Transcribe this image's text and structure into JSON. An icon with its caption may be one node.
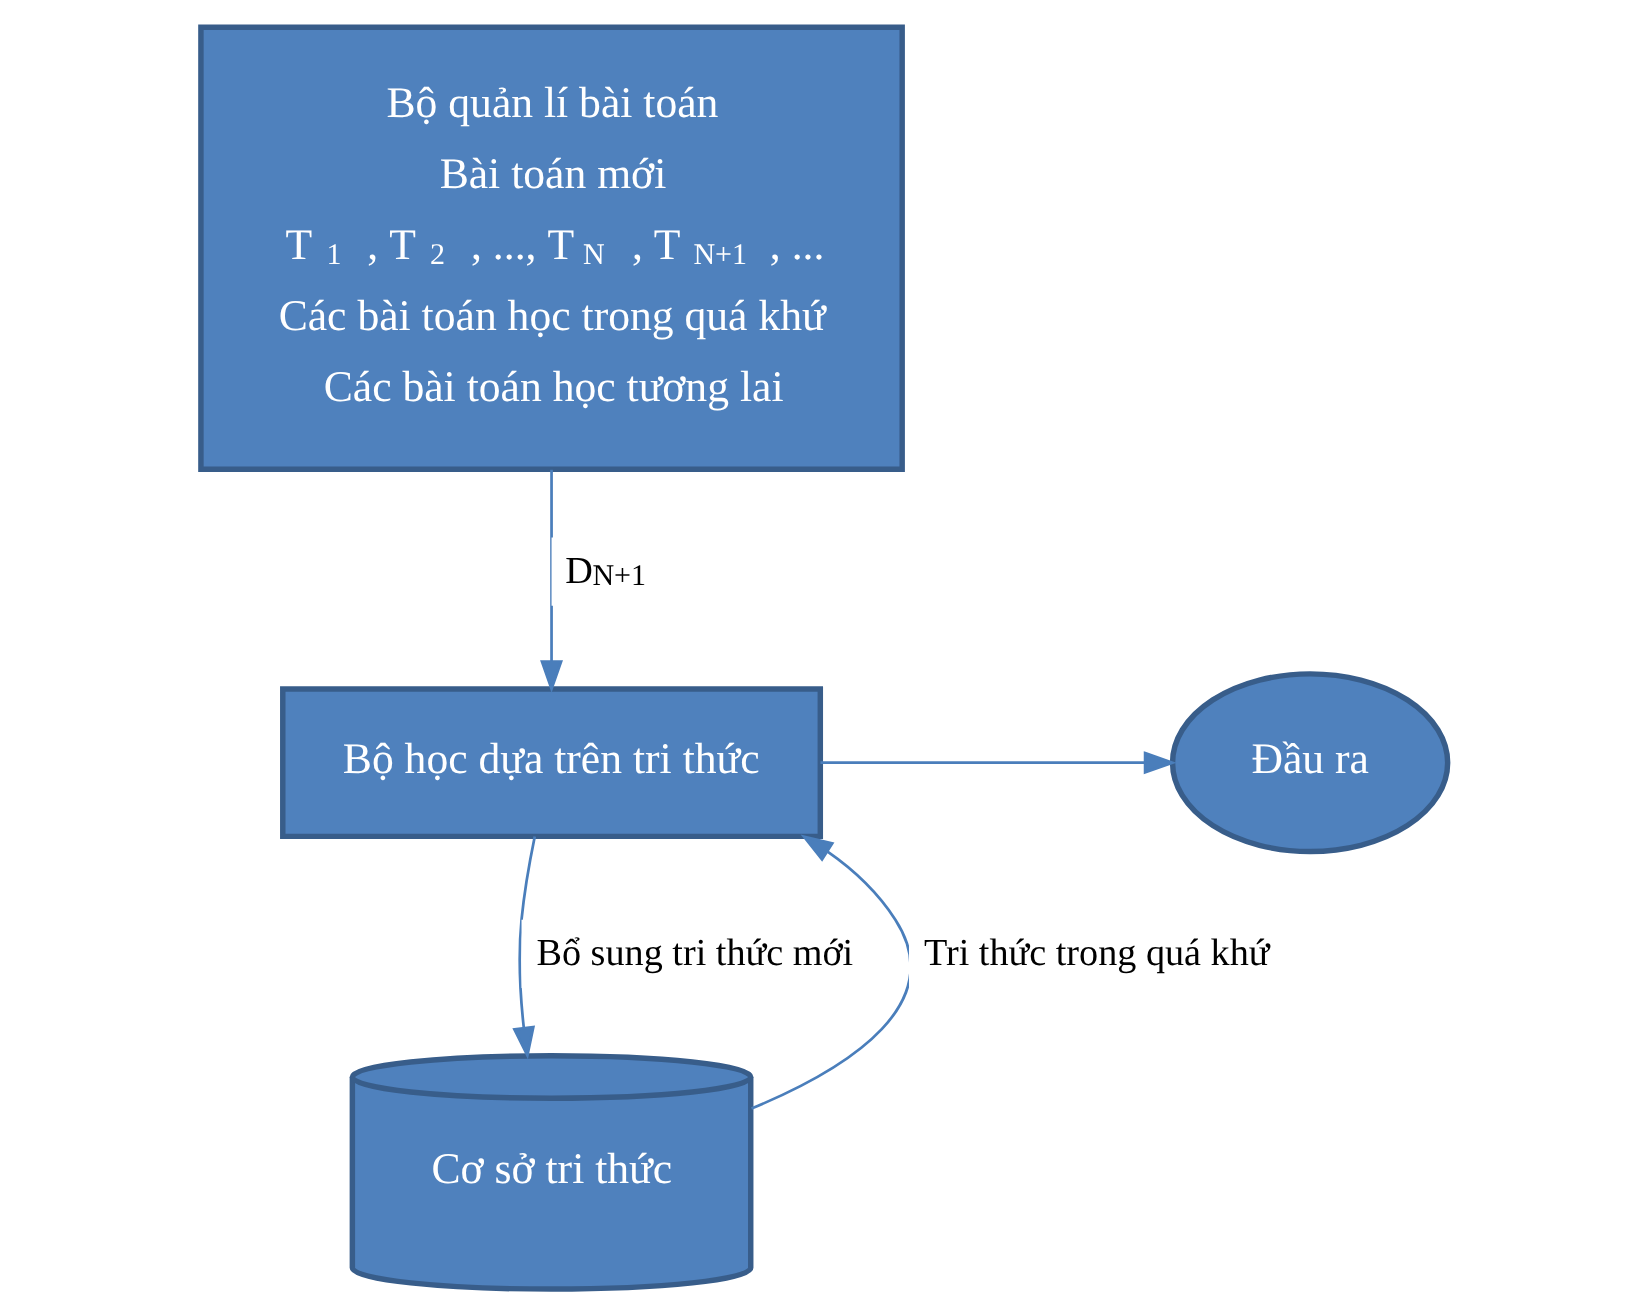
{
  "diagram": {
    "nodes": [
      {
        "text": [
          "Bộ quản lí bài toán",
          "Bài toán mới",
          "T$_{1}$ , T$_{2}$ , ..., T$_{N}$ , T$_{N+1}$ , ...",
          "Các bài toán học trong quá khứ",
          "Các bài toán học tương lai"
        ]
      },
      {
        "text": [
          "Bộ học dựa trên tri thức"
        ]
      },
      {
        "text": [
          "Đầu ra"
        ]
      },
      {
        "text": [
          "Cơ sở tri thức"
        ]
      }
    ],
    "edges": [
      {
        "from": 0,
        "to": 1,
        "arrow": "to",
        "label": "D$_{N+1}$"
      },
      {
        "from": 1,
        "to": 2,
        "arrow": "to"
      },
      {
        "from": 1,
        "to": 3,
        "arrow": "to",
        "label": "Bổ sung tri thức mới"
      },
      {
        "from": 3,
        "to": 1,
        "arrow": "to",
        "label": "Tri thức trong quá khứ"
      }
    ]
  }
}
